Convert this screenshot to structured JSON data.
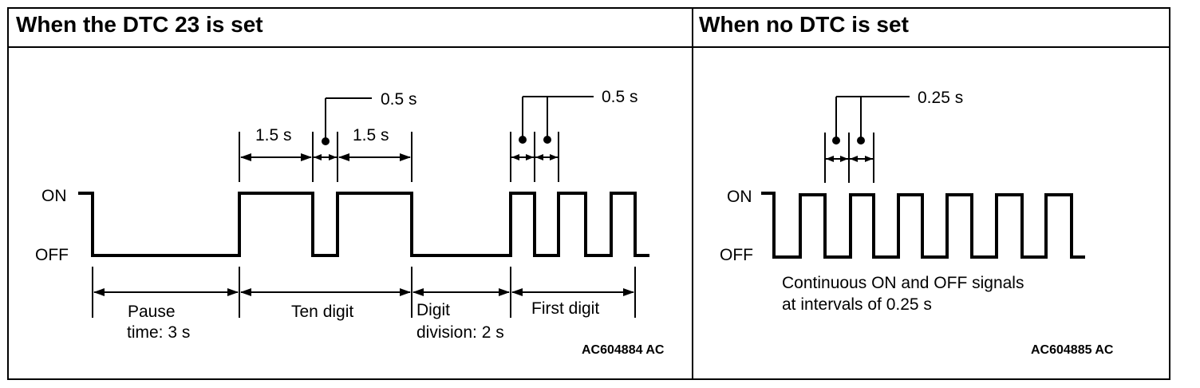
{
  "panels": [
    {
      "title": "When the DTC 23 is set",
      "on_label": "ON",
      "off_label": "OFF",
      "dim_1_5_left": "1.5 s",
      "dim_1_5_right": "1.5 s",
      "dim_0_5_top": "0.5 s",
      "dim_0_5_right": "0.5 s",
      "pause_line1": "Pause",
      "pause_line2": "time: 3 s",
      "ten_digit": "Ten digit",
      "digit_div_line1": "Digit",
      "digit_div_line2": "division: 2 s",
      "first_digit": "First digit",
      "code": "AC604884 AC"
    },
    {
      "title": "When no DTC is set",
      "on_label": "ON",
      "off_label": "OFF",
      "dim_0_25": "0.25 s",
      "desc_line1": "Continuous ON and OFF signals",
      "desc_line2": "at intervals of 0.25 s",
      "code": "AC604885 AC"
    }
  ],
  "colors": {
    "ink": "#000000",
    "background": "#ffffff"
  }
}
